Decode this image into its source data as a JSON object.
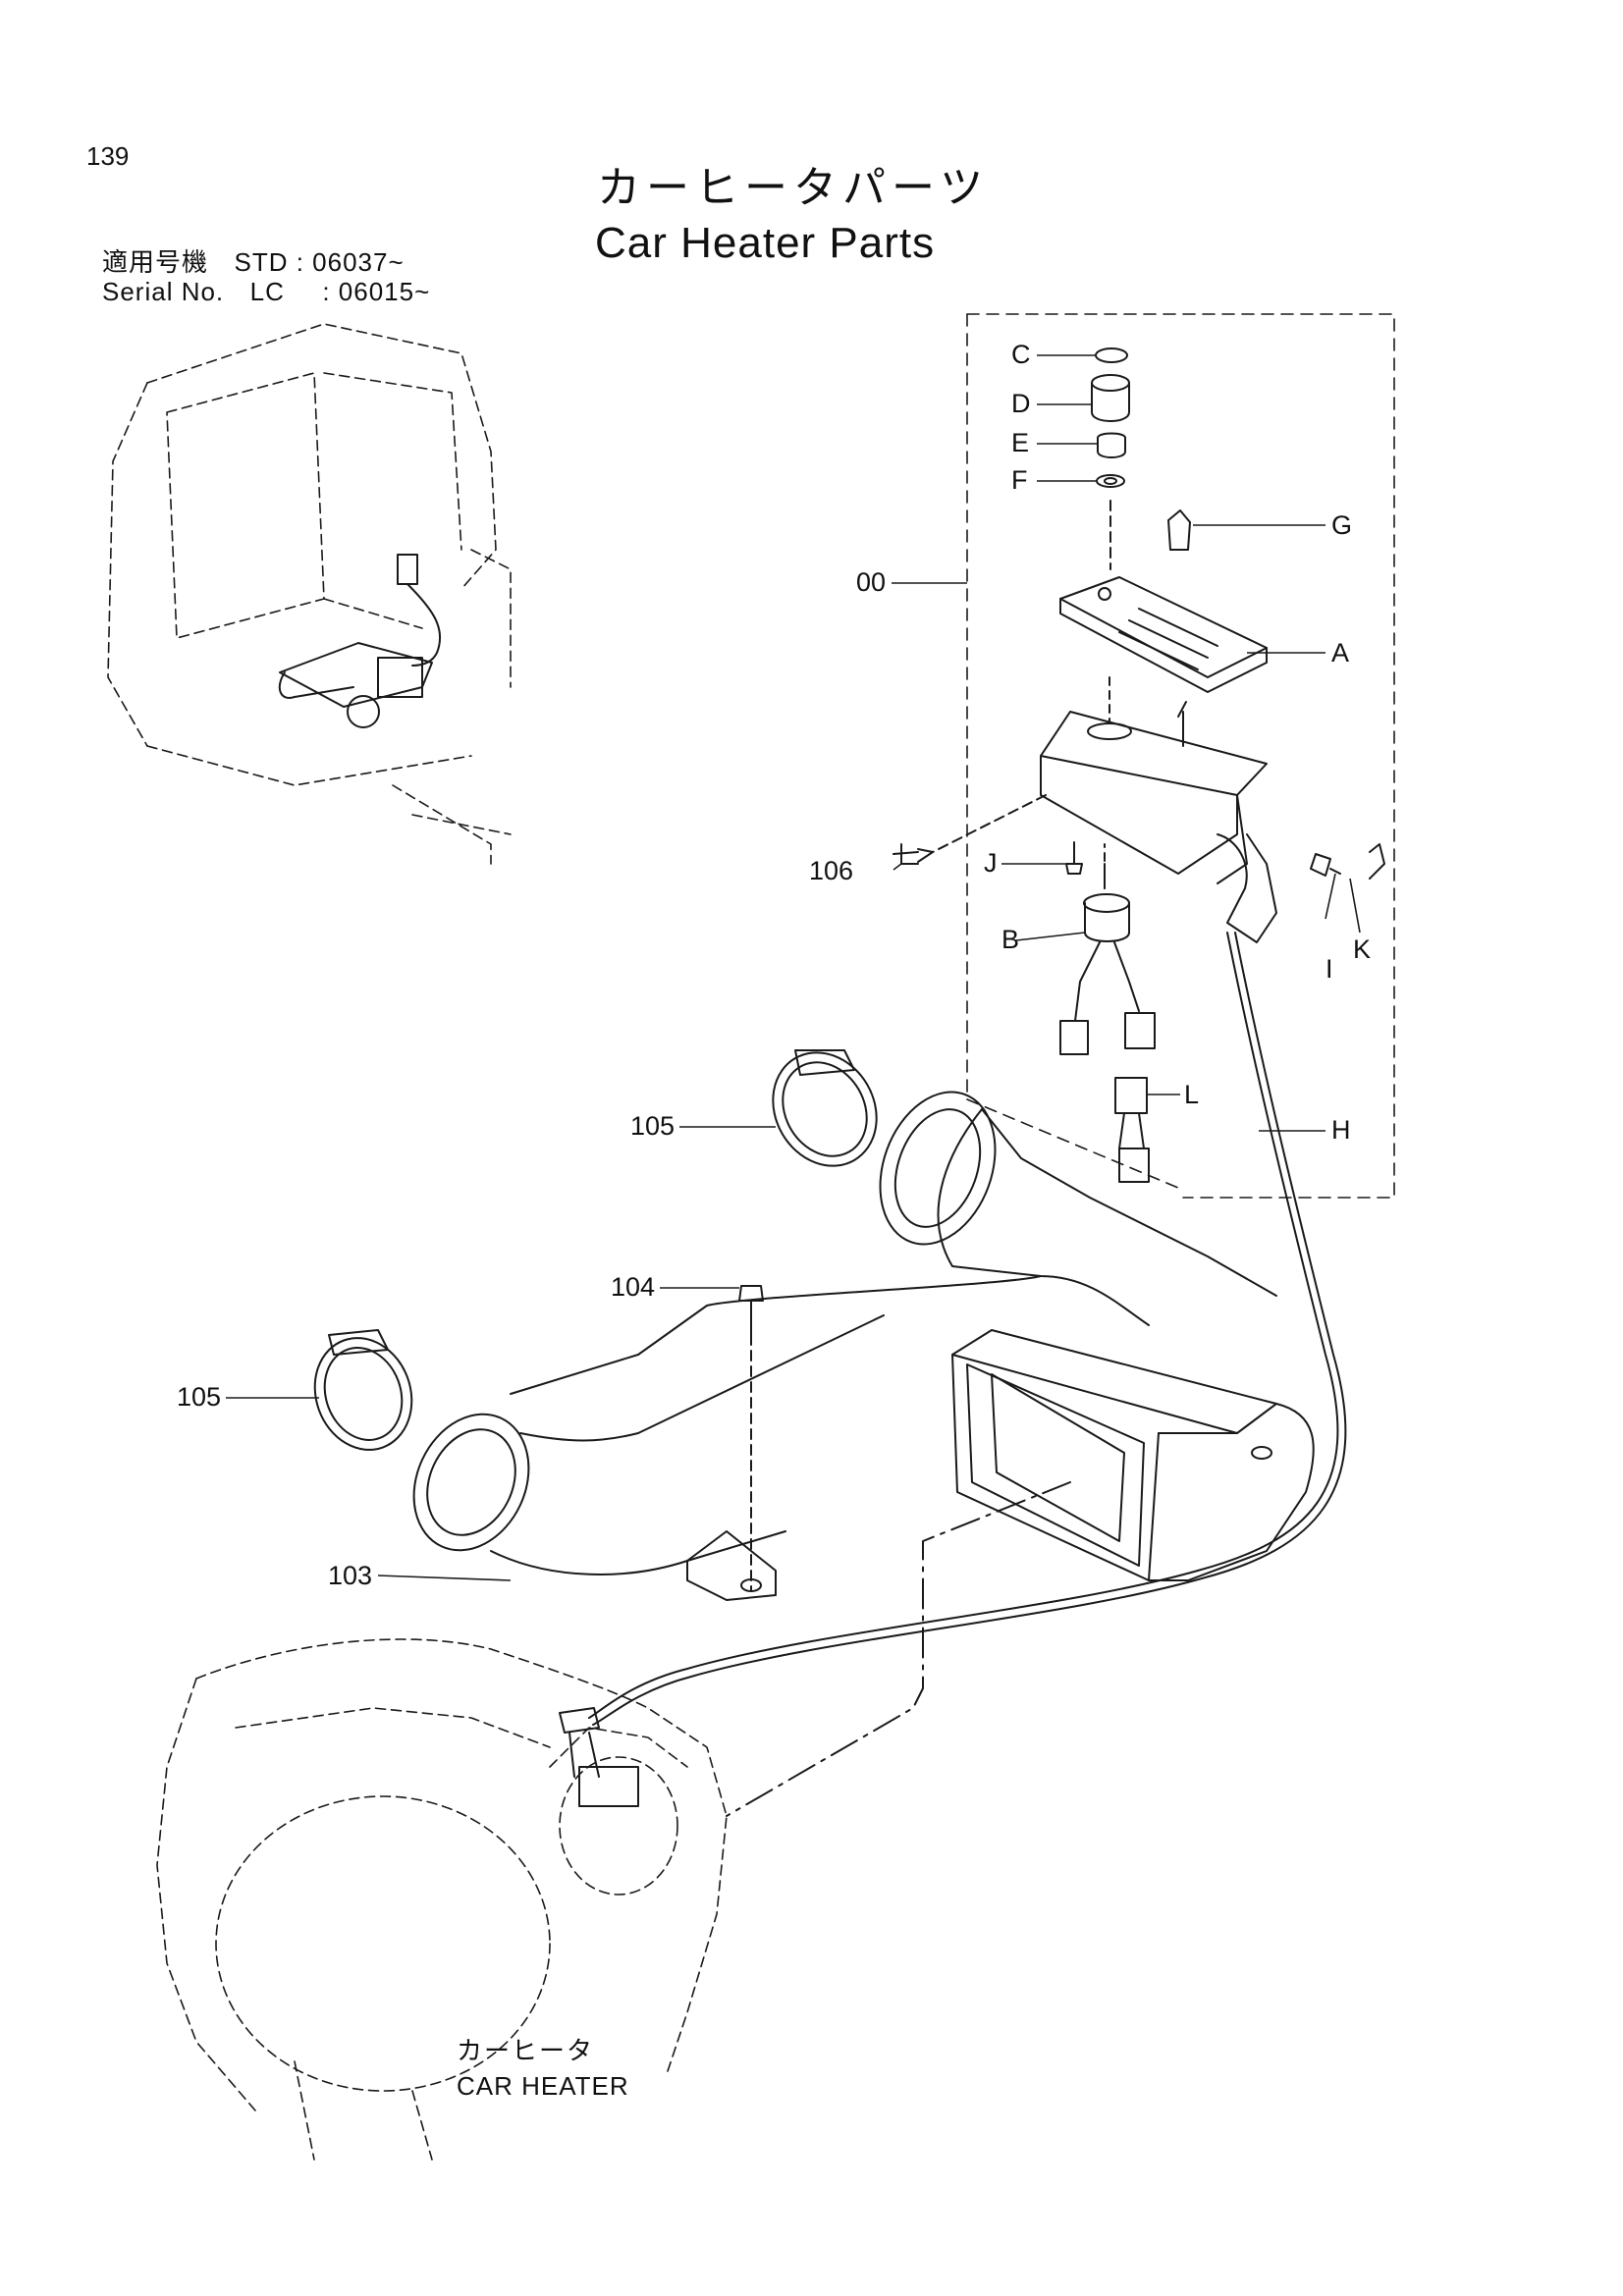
{
  "page": {
    "number": "139",
    "title_jp": "カーヒータパーツ",
    "title_en": "Car Heater Parts"
  },
  "applicability": {
    "label_jp": "適用号機",
    "label_en": "Serial No.",
    "std_label": "STD",
    "std_value": ": 06037~",
    "lc_label": "LC",
    "lc_value": ": 06015~"
  },
  "callouts": {
    "c": "C",
    "d": "D",
    "e": "E",
    "f": "F",
    "g": "G",
    "a": "A",
    "p00": "00",
    "p106": "106",
    "j": "J",
    "b": "B",
    "i": "I",
    "k": "K",
    "l": "L",
    "h": "H",
    "p105a": "105",
    "p104": "104",
    "p105b": "105",
    "p103": "103"
  },
  "heater_label": {
    "jp": "カーヒータ",
    "en": "CAR HEATER"
  }
}
